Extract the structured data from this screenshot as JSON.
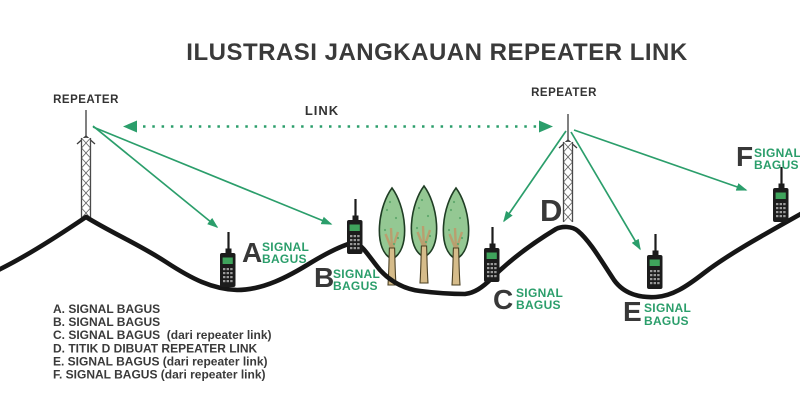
{
  "title": "ILUSTRASI JANGKAUAN REPEATER LINK",
  "towers": {
    "left_label": "REPEATER",
    "right_label": "REPEATER"
  },
  "link": {
    "label": "LINK"
  },
  "points": {
    "A": {
      "letter": "A",
      "signal": [
        "SIGNAL",
        "BAGUS"
      ]
    },
    "B": {
      "letter": "B",
      "signal": [
        "SIGNAL",
        "BAGUS"
      ]
    },
    "C": {
      "letter": "C",
      "signal": [
        "SIGNAL",
        "BAGUS"
      ]
    },
    "D": {
      "letter": "D",
      "signal": []
    },
    "E": {
      "letter": "E",
      "signal": [
        "SIGNAL",
        "BAGUS"
      ]
    },
    "F": {
      "letter": "F",
      "signal": [
        "SIGNAL",
        "BAGUS"
      ]
    }
  },
  "legend": {
    "items": [
      "A. SIGNAL BAGUS",
      "B. SIGNAL BAGUS",
      "C. SIGNAL BAGUS  (dari repeater link)",
      "D. TITIK D DIBUAT REPEATER LINK",
      "E. SIGNAL BAGUS (dari repeater link)",
      "F. SIGNAL BAGUS (dari repeater link)"
    ]
  },
  "colors": {
    "accent_green": "#2B9E6B",
    "ink": "#3A3A3A",
    "terrain": "#161616",
    "tree_foliage": "#94C893",
    "tree_outline": "#1F3D24",
    "tree_trunk": "#D6BC8A",
    "radio_body": "#1C1C1C",
    "radio_screen": "#3FA45C"
  }
}
